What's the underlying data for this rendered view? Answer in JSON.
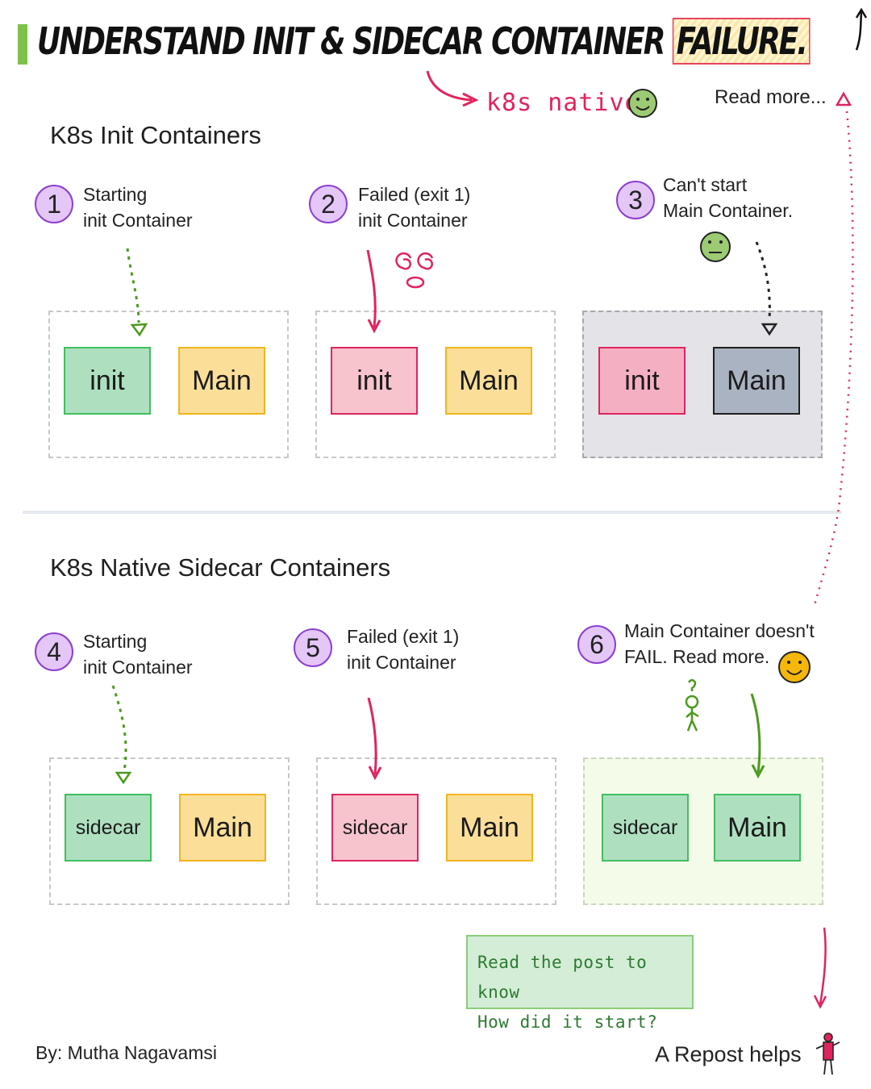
{
  "header": {
    "title_main": "Understand Init & Sidecar Container ",
    "title_highlight": "Failure.",
    "annotation": "k8s native",
    "read_more": "Read more..."
  },
  "sections": {
    "init_title": "K8s Init Containers",
    "sidecar_title": "K8s Native Sidecar Containers"
  },
  "steps": [
    {
      "num": "1",
      "line1": "Starting",
      "line2": "init Container"
    },
    {
      "num": "2",
      "line1": "Failed (exit 1)",
      "line2": "init Container"
    },
    {
      "num": "3",
      "line1": "Can't start",
      "line2": "Main Container."
    },
    {
      "num": "4",
      "line1": "Starting",
      "line2": "init Container"
    },
    {
      "num": "5",
      "line1": "Failed (exit 1)",
      "line2": "init Container"
    },
    {
      "num": "6",
      "line1": "Main Container doesn't",
      "line2": "FAIL. Read more."
    }
  ],
  "boxes": {
    "init": "init",
    "main": "Main",
    "sidecar": "sidecar"
  },
  "note": {
    "line1": "Read the post to know",
    "line2": "How did it start?"
  },
  "footer": {
    "byline": "By: Mutha Nagavamsi",
    "repost": "A Repost helps"
  },
  "colors": {
    "green": "#3fbf5f",
    "yellow": "#f2b51d",
    "pink": "#e0245e",
    "purple": "#8b3fd1",
    "slate": "#aab3c1"
  }
}
